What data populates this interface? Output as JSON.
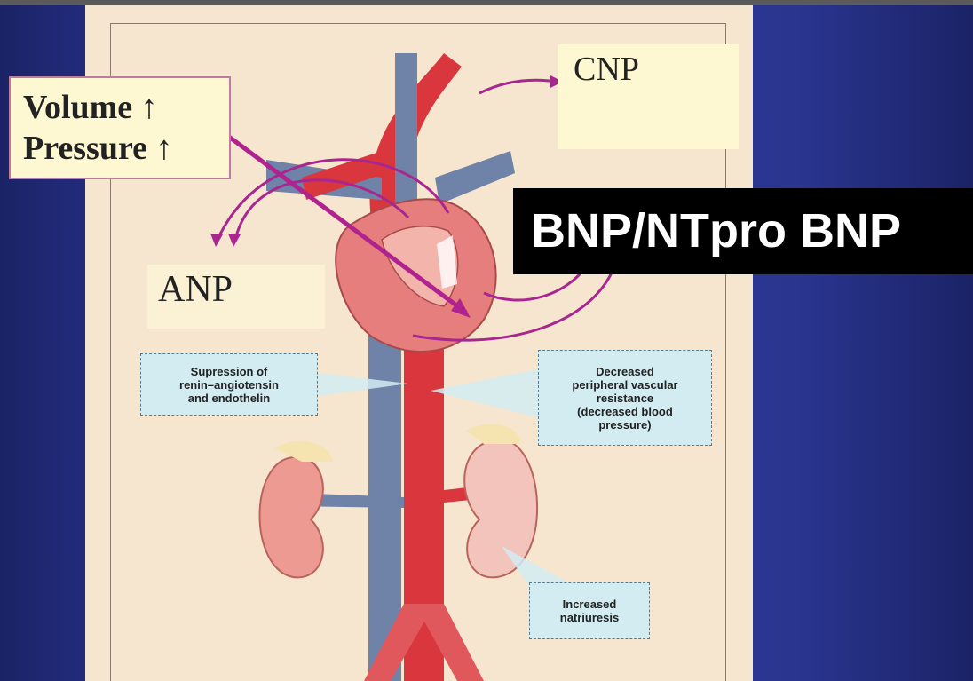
{
  "labels": {
    "volume": "Volume ↑",
    "pressure": "Pressure ↑",
    "cnp": "CNP",
    "anp": "ANP",
    "bnp": "BNP/NTpro BNP"
  },
  "callouts": {
    "suppression": [
      "Supression of",
      "renin–angiotensin",
      "and endothelin"
    ],
    "resistance": [
      "Decreased",
      "peripheral vascular",
      "resistance",
      "(decreased blood",
      "pressure)"
    ],
    "natriuresis": [
      "Increased",
      "natriuresis"
    ]
  },
  "colors": {
    "background": "#2f3b98",
    "panel": "#f7e6cf",
    "artery": "#d9363e",
    "vein": "#6f82a8",
    "arrow": "#a8268f",
    "callout": "#d2ecf2"
  }
}
